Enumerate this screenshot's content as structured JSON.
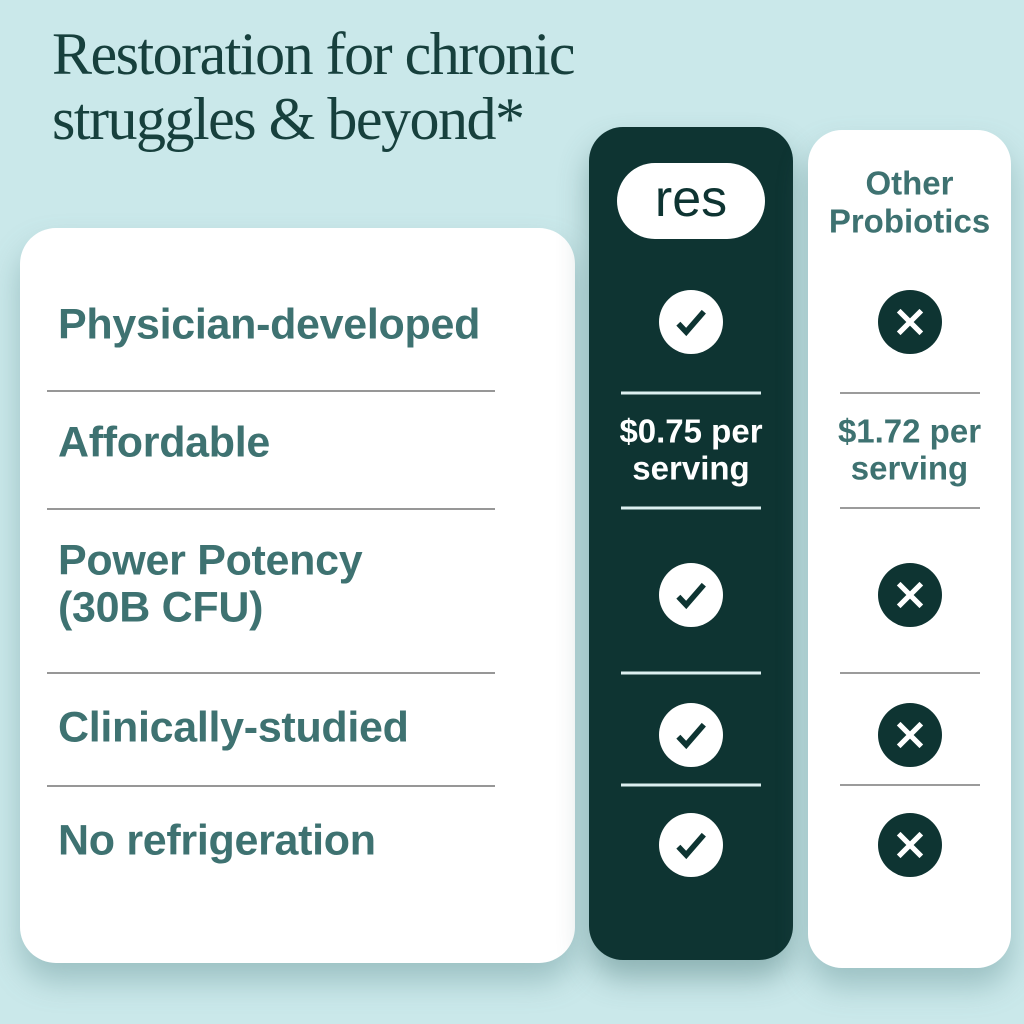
{
  "title": "Restoration for chronic\nstruggles & beyond*",
  "res_column": {
    "logo": "res"
  },
  "other_column": {
    "header": "Other\nProbiotics"
  },
  "features": [
    {
      "label": "Physician-developed",
      "res": "check",
      "other": "cross"
    },
    {
      "label": "Affordable",
      "res": "$0.75 per\nserving",
      "other": "$1.72 per\nserving"
    },
    {
      "label": "Power Potency\n(30B CFU)",
      "res": "check",
      "other": "cross"
    },
    {
      "label": "Clinically-studied",
      "res": "check",
      "other": "cross"
    },
    {
      "label": "No refrigeration",
      "res": "check",
      "other": "cross"
    }
  ],
  "chart_data": {
    "type": "table",
    "title": "Restoration for chronic struggles & beyond*",
    "columns": [
      "Feature",
      "res",
      "Other Probiotics"
    ],
    "rows": [
      [
        "Physician-developed",
        "check",
        "cross"
      ],
      [
        "Affordable",
        "$0.75 per serving",
        "$1.72 per serving"
      ],
      [
        "Power Potency (30B CFU)",
        "check",
        "cross"
      ],
      [
        "Clinically-studied",
        "check",
        "cross"
      ],
      [
        "No refrigeration",
        "check",
        "cross"
      ]
    ]
  },
  "colors": {
    "background": "#cae8ea",
    "dark_teal": "#0e3432",
    "teal_text": "#3e7271",
    "title_teal": "#17403d",
    "white": "#ffffff",
    "divider_gray": "#979797",
    "divider_light": "#dceff0"
  },
  "icons": {
    "check": "check-icon",
    "cross": "cross-icon"
  }
}
